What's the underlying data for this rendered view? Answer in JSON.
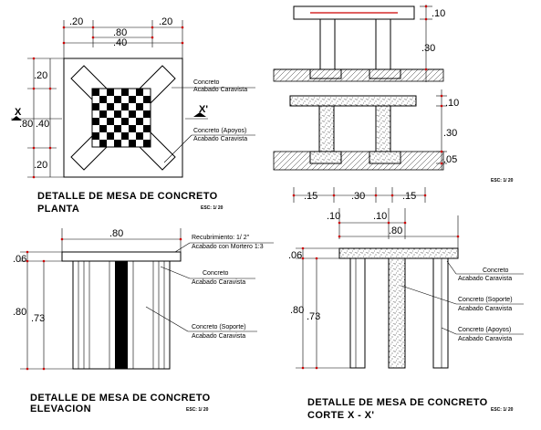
{
  "plan": {
    "dim_top_left": ".20",
    "dim_top_right": ".20",
    "dim_total": ".80",
    "dim_mid": ".40",
    "dim_left_top": ".20",
    "dim_left_total": ".80",
    "dim_left_mid": ".40",
    "dim_left_bottom": ".20",
    "section_left": "X",
    "section_right": "X'",
    "label_1": "Concreto",
    "label_2": "Acabado Caravista",
    "label_3": "Concreto (Apoyos)",
    "label_4": "Acabado Caravista",
    "title_line1": "DETALLE DE MESA DE CONCRETO",
    "title_line2": "PLANTA",
    "scale": "ESC: 1/ 20"
  },
  "small_section": {
    "dim_top": ".10",
    "dim_mid": ".30",
    "dim_r1": ".10",
    "dim_r2": ".30",
    "dim_r3": ".05",
    "dim_b1": ".15",
    "dim_b2": ".30",
    "dim_b3": ".15",
    "scale": "ESC: 1/ 20"
  },
  "elevation": {
    "dim_width": ".80",
    "dim_slab": ".06",
    "dim_total": ".80",
    "dim_leg": ".73",
    "label_1": "Recubrimiento: 1/ 2\"",
    "label_2": "Acabado con Mortero 1:3",
    "label_3": "Concreto",
    "label_4": "Acabado Caravista",
    "label_5": "Concreto (Soporte)",
    "label_6": "Acabado Caravista",
    "title_line1": "DETALLE DE MESA DE CONCRETO",
    "title_line2": "ELEVACION",
    "scale": "ESC: 1/ 20"
  },
  "cut": {
    "dim_a": ".10",
    "dim_b": ".10",
    "dim_width": ".80",
    "dim_slab": ".06",
    "dim_total": ".80",
    "dim_leg": ".73",
    "label_1": "Concreto",
    "label_2": "Acabado Caravista",
    "label_3": "Concreto (Soporte)",
    "label_4": "Acabado Caravista",
    "label_5": "Concreto (Apoyos)",
    "label_6": "Acabado Caravista",
    "title_line1": "DETALLE DE MESA DE CONCRETO",
    "title_line2": "CORTE X - X'",
    "scale": "ESC: 1/ 20"
  }
}
